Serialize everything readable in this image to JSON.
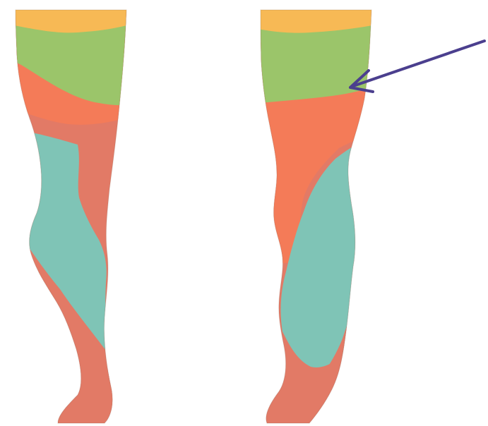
{
  "figure": {
    "panels": [
      {
        "id": "left-leg"
      },
      {
        "id": "right-leg"
      }
    ],
    "colors": {
      "background": "#ffffff",
      "yellow_zone": "#F7B955",
      "green_zone": "#9BC56A",
      "orange_zone": "#F47B58",
      "teal_zone": "#7FC4B6",
      "salmon_zone": "#E27A66",
      "arrow": "#4B3F8E"
    },
    "icons": [
      "leg-silhouette",
      "pointer-arrow"
    ]
  }
}
